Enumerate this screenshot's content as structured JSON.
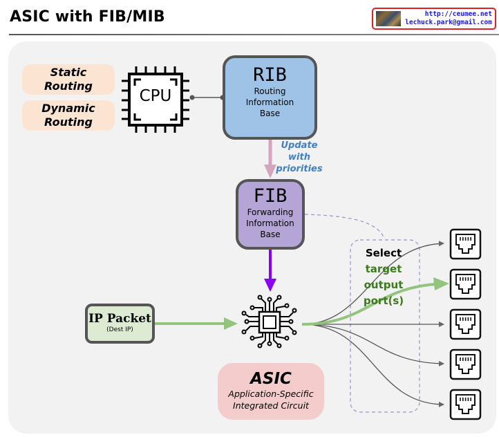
{
  "header": {
    "title": "ASIC with FIB/MIB",
    "credit_url": "http://ceumee.net",
    "credit_email": "lechuck.park@gmail.com"
  },
  "routing_sources": [
    {
      "line1": "Static",
      "line2": "Routing"
    },
    {
      "line1": "Dynamic",
      "line2": "Routing"
    }
  ],
  "cpu": {
    "label": "CPU",
    "icon": "cpu-chip-icon"
  },
  "rib": {
    "title": "RIB",
    "line1": "Routing",
    "line2": "Information",
    "line3": "Base"
  },
  "update_note": {
    "line1": "Update",
    "line2": "with",
    "line3": "priorities"
  },
  "fib": {
    "title": "FIB",
    "line1": "Forwarding",
    "line2": "Information",
    "line3": "Base"
  },
  "ip_packet": {
    "title": "IP Packet",
    "subtitle": "(Dest IP)"
  },
  "asic": {
    "title": "ASIC",
    "line1": "Application-Specific",
    "line2": "Integrated Circuit",
    "icon": "circuit-chip-icon"
  },
  "select_note": {
    "line1": "Select",
    "line2": "target",
    "line3": "output",
    "line4": "port(s)"
  },
  "output_ports": [
    {
      "icon": "ethernet-port-icon",
      "selected": false
    },
    {
      "icon": "ethernet-port-icon",
      "selected": true
    },
    {
      "icon": "ethernet-port-icon",
      "selected": false
    },
    {
      "icon": "ethernet-port-icon",
      "selected": false
    },
    {
      "icon": "ethernet-port-icon",
      "selected": false
    }
  ],
  "colors": {
    "rib_fill": "#9fc3e6",
    "fib_fill": "#b4a5d6",
    "ip_fill": "#dcebd2",
    "asic_fill": "#f4cccc",
    "routing_fill": "#fbe5d2",
    "update_arrow": "#d4a5bd",
    "fib_arrow": "#8a00f0",
    "selected_path": "#93c47d",
    "select_text": "#3c7a1e",
    "update_text": "#3f7fc6"
  }
}
